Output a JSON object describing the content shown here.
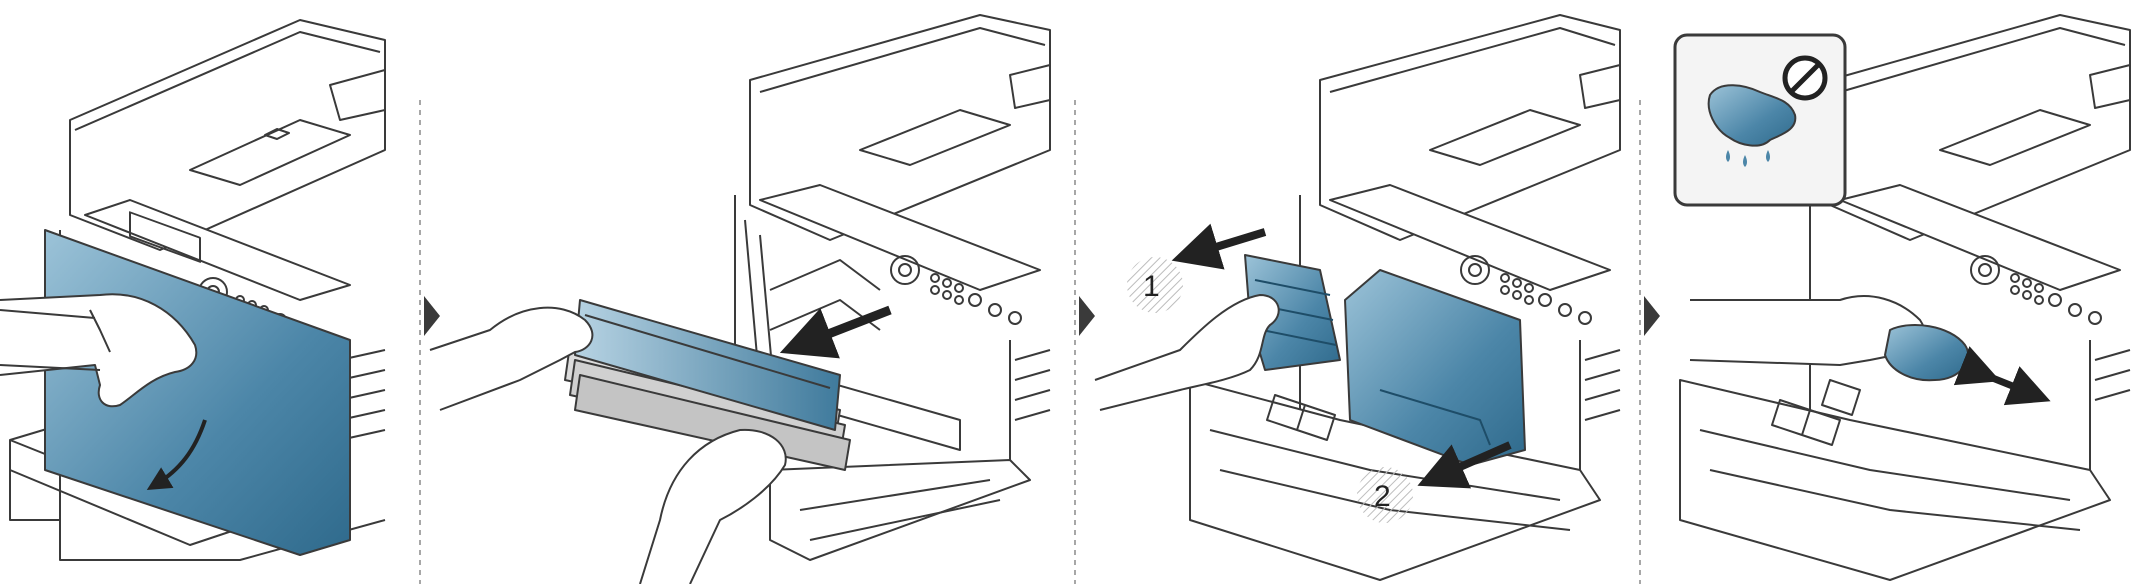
{
  "diagram": {
    "panels": [
      {
        "id": "panel-1",
        "content": "open-front-door"
      },
      {
        "id": "panel-2",
        "content": "remove-toner-cartridges"
      },
      {
        "id": "panel-3",
        "content": "remove-imaging-unit-and-waste-container"
      },
      {
        "id": "panel-4",
        "content": "wipe-inside-with-dry-cloth"
      }
    ],
    "step_labels": {
      "first": "1",
      "second": "2"
    },
    "warning_inset": {
      "icon": "wet-cloth-prohibited-icon"
    },
    "colors": {
      "outline": "#3a3a3a",
      "accent_blue": "#4c86a8",
      "accent_blue_light": "#8fb9d1",
      "divider": "#8a8a8a",
      "pointer": "#3a3a3a"
    }
  }
}
